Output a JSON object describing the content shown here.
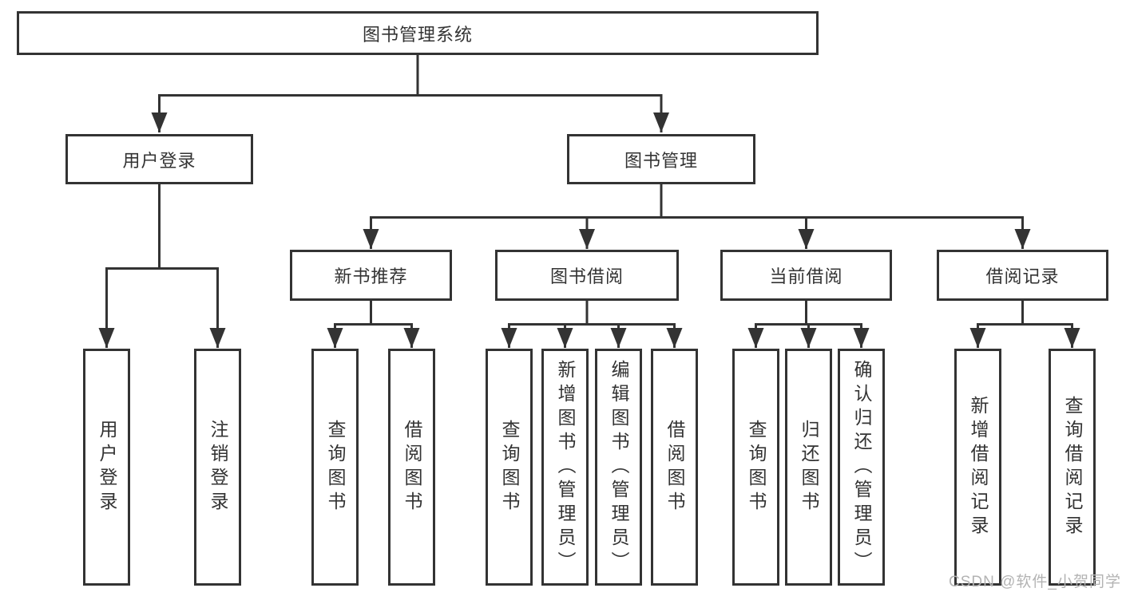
{
  "tree": {
    "root": "图书管理系统",
    "branches": [
      {
        "label": "用户登录",
        "leaves": [
          "用户登录",
          "注销登录"
        ]
      },
      {
        "label": "图书管理",
        "groups": [
          {
            "label": "新书推荐",
            "leaves": [
              "查询图书",
              "借阅图书"
            ]
          },
          {
            "label": "图书借阅",
            "leaves": [
              "查询图书",
              "新增图书（管理员）",
              "编辑图书（管理员）",
              "借阅图书"
            ]
          },
          {
            "label": "当前借阅",
            "leaves": [
              "查询图书",
              "归还图书",
              "确认归还（管理员）"
            ]
          },
          {
            "label": "借阅记录",
            "leaves": [
              "新增借阅记录",
              "查询借阅记录"
            ]
          }
        ]
      }
    ]
  },
  "watermark": {
    "text": "CSDN @软件_小贺同学"
  },
  "colors": {
    "line": "#333333",
    "text": "#333333",
    "watermark_text": "#b3b3b3",
    "background": "#ffffff"
  }
}
